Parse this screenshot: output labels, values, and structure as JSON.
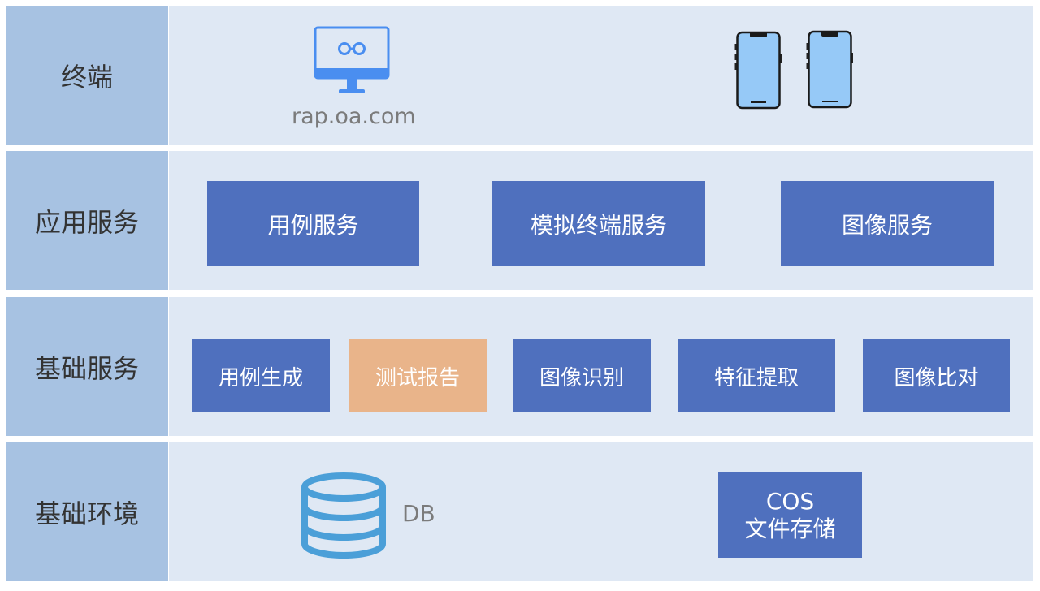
{
  "layers": {
    "terminal": {
      "label": "终端",
      "web_caption": "rap.oa.com",
      "icons": [
        "monitor-icon",
        "phone-icon",
        "phone-icon"
      ]
    },
    "app_services": {
      "label": "应用服务",
      "boxes": [
        "用例服务",
        "模拟终端服务",
        "图像服务"
      ]
    },
    "base_services": {
      "label": "基础服务",
      "boxes": [
        "用例生成",
        "测试报告",
        "图像识别",
        "特征提取",
        "图像比对"
      ],
      "highlighted": "测试报告"
    },
    "base_env": {
      "label": "基础环境",
      "db_label": "DB",
      "cos_title": "COS",
      "cos_subtitle": "文件存储",
      "icons": [
        "database-icon"
      ]
    }
  },
  "colors": {
    "label_bg": "#a7c2e2",
    "layer_bg": "#dfe8f4",
    "box": "#4f70be",
    "highlight": "#e9b48a",
    "icon_blue": "#4a8ef0",
    "db_blue": "#4b9fd8",
    "phone_screen": "#96c9f7"
  }
}
